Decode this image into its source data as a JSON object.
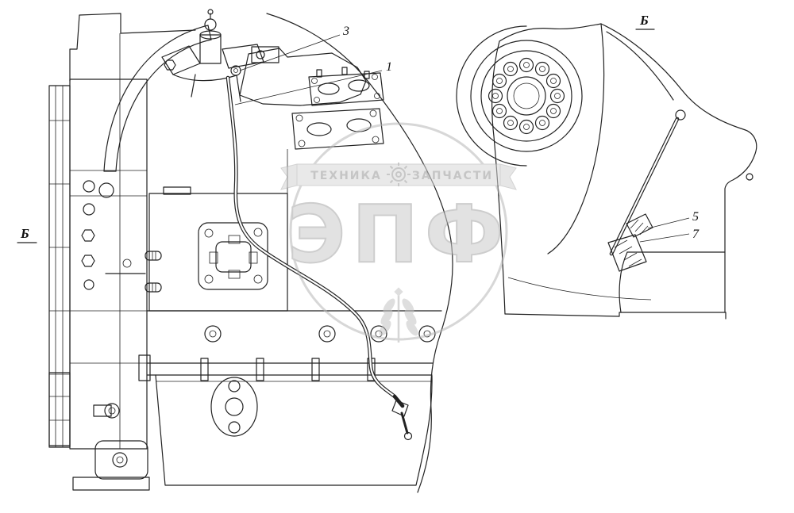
{
  "figure": {
    "type": "technical-parts-diagram",
    "background": "#ffffff",
    "line_color": "#222222",
    "view_labels": {
      "left": "Б",
      "right": "Б"
    },
    "callouts": [
      {
        "label": "3"
      },
      {
        "label": "1"
      },
      {
        "label": "5"
      },
      {
        "label": "7"
      }
    ],
    "watermark": {
      "brand": "ЭПФ",
      "banner_left": "ТЕХНИКА",
      "banner_right": "ЗАПЧАСТИ",
      "color": "#c8c8c8"
    }
  }
}
